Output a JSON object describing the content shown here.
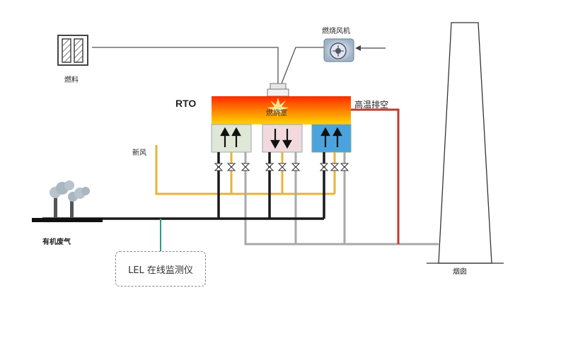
{
  "labels": {
    "fuel": "燃料",
    "burner_fan": "燃烧风机",
    "rto": "RTO",
    "combustion_chamber": "燃烧室",
    "high_temp_exhaust": "高温排空",
    "fresh_air": "新风",
    "organic_waste_gas": "有机废气",
    "lel_monitor": "LEL 在线监测仪",
    "chimney": "烟囱"
  },
  "colors": {
    "chamber_top": "#ff2a00",
    "chamber_bottom": "#ffd400",
    "bed1": "#dfe8d6",
    "bed2": "#f1d9de",
    "bed3": "#4aa3dd",
    "fresh_air_pipe": "#e8b33a",
    "waste_gas_pipe": "#1a1a1a",
    "exhaust_pipe": "#a9a9a9",
    "hot_exhaust_pipe": "#c23a2f",
    "lel_line": "#2a9a8a"
  },
  "beds": [
    {
      "name": "bed-1",
      "flow": "up"
    },
    {
      "name": "bed-2",
      "flow": "down"
    },
    {
      "name": "bed-3",
      "flow": "up"
    }
  ]
}
